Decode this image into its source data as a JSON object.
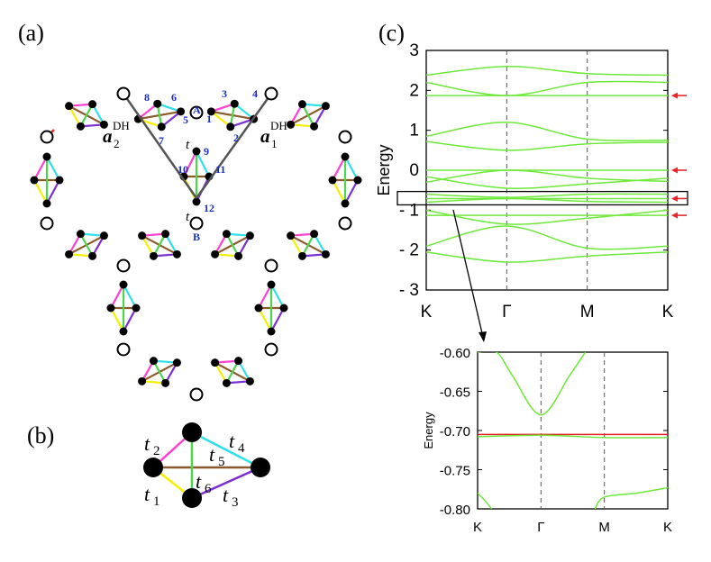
{
  "panels": {
    "a": "(a)",
    "b": "(b)",
    "c": "(c)"
  },
  "colors": {
    "t1": "#ff3fd0",
    "t2": "#ff3fd0",
    "t3": "#7b2fd0",
    "t4": "#2ee0e8",
    "t5": "#8b5a2b",
    "t6": "#4cd64c",
    "yellow": "#f4f000",
    "red": "#e8262a",
    "band": "#6ee83a",
    "flat": "#e02020",
    "vector": "#555555",
    "site_label": "#1a2dc8"
  },
  "panel_a": {
    "site_labels": [
      "1",
      "2",
      "3",
      "4",
      "5",
      "6",
      "7",
      "8",
      "9",
      "10",
      "11",
      "12",
      "A",
      "B"
    ],
    "t_label": "t",
    "vector_a1": {
      "symbol": "a",
      "sub": "1",
      "sup": "DH"
    },
    "vector_a2": {
      "symbol": "a",
      "sub": "2",
      "sup": "DH"
    }
  },
  "panel_b": {
    "hoppings": [
      {
        "symbol": "t",
        "sub": "1"
      },
      {
        "symbol": "t",
        "sub": "2"
      },
      {
        "symbol": "t",
        "sub": "3"
      },
      {
        "symbol": "t",
        "sub": "4"
      },
      {
        "symbol": "t",
        "sub": "5"
      },
      {
        "symbol": "t",
        "sub": "6"
      }
    ]
  },
  "chart_data": [
    {
      "type": "line",
      "ylabel": "Energy",
      "x_ticks": [
        "K",
        "Γ",
        "M",
        "K"
      ],
      "ylim": [
        -3,
        3
      ],
      "y_ticks": [
        "3",
        "2",
        "1",
        "0",
        "- 1",
        "- 2",
        "- 3"
      ],
      "y_tick_values": [
        3,
        2,
        1,
        0,
        -1,
        -2,
        -3
      ],
      "flat_bands": [
        1.87,
        0.0,
        -0.71,
        -1.13
      ],
      "arrows_at": [
        1.87,
        0.0,
        -0.71,
        -1.13
      ],
      "series": [
        {
          "x": [
            0,
            1,
            2,
            3
          ],
          "values": [
            2.38,
            2.6,
            2.42,
            2.38
          ]
        },
        {
          "x": [
            0,
            1,
            2,
            3
          ],
          "values": [
            2.2,
            1.87,
            2.2,
            2.2
          ]
        },
        {
          "x": [
            0,
            1,
            2,
            3
          ],
          "values": [
            0.85,
            1.2,
            0.78,
            0.75
          ]
        },
        {
          "x": [
            0,
            1,
            2,
            3
          ],
          "values": [
            0.72,
            0.5,
            0.66,
            0.7
          ]
        },
        {
          "x": [
            0,
            1,
            2,
            3
          ],
          "values": [
            -0.3,
            0.0,
            -0.2,
            -0.28
          ]
        },
        {
          "x": [
            0,
            1,
            2,
            3
          ],
          "values": [
            -0.16,
            -0.45,
            -0.34,
            -0.2
          ]
        },
        {
          "x": [
            0,
            1,
            2,
            3
          ],
          "values": [
            -0.6,
            -0.68,
            -0.6,
            -0.6
          ]
        },
        {
          "x": [
            0,
            1,
            2,
            3
          ],
          "values": [
            -0.8,
            -0.71,
            -0.78,
            -0.8
          ]
        },
        {
          "x": [
            0,
            1,
            2,
            3
          ],
          "values": [
            -1.0,
            -1.35,
            -1.2,
            -1.0
          ]
        },
        {
          "x": [
            0,
            1,
            2,
            3
          ],
          "values": [
            -1.9,
            -1.4,
            -1.95,
            -1.9
          ]
        },
        {
          "x": [
            0,
            1,
            2,
            3
          ],
          "values": [
            -2.05,
            -2.3,
            -2.15,
            -2.05
          ]
        }
      ],
      "zoom_window": [
        -0.8,
        -0.6
      ]
    },
    {
      "type": "line",
      "ylabel": "Energy",
      "x_ticks": [
        "K",
        "Γ",
        "M",
        "K"
      ],
      "ylim": [
        -0.8,
        -0.6
      ],
      "y_ticks": [
        "-0.60",
        "-0.65",
        "-0.70",
        "-0.75",
        "-0.80"
      ],
      "y_tick_values": [
        -0.6,
        -0.65,
        -0.7,
        -0.75,
        -0.8
      ],
      "flat_bands": [
        -0.705
      ],
      "series": [
        {
          "x": [
            0,
            0.3,
            0.55,
            1,
            1.45,
            1.7
          ],
          "values": [
            -0.6,
            -0.6,
            -0.63,
            -0.68,
            -0.63,
            -0.6
          ]
        },
        {
          "x": [
            0,
            1,
            2,
            3
          ],
          "values": [
            -0.708,
            -0.706,
            -0.709,
            -0.709
          ]
        },
        {
          "x": [
            0,
            0.12,
            0.22
          ],
          "values": [
            -0.78,
            -0.79,
            -0.8
          ]
        },
        {
          "x": [
            1.85,
            2.0,
            2.5,
            3.0
          ],
          "values": [
            -0.8,
            -0.785,
            -0.78,
            -0.773
          ]
        }
      ]
    }
  ]
}
